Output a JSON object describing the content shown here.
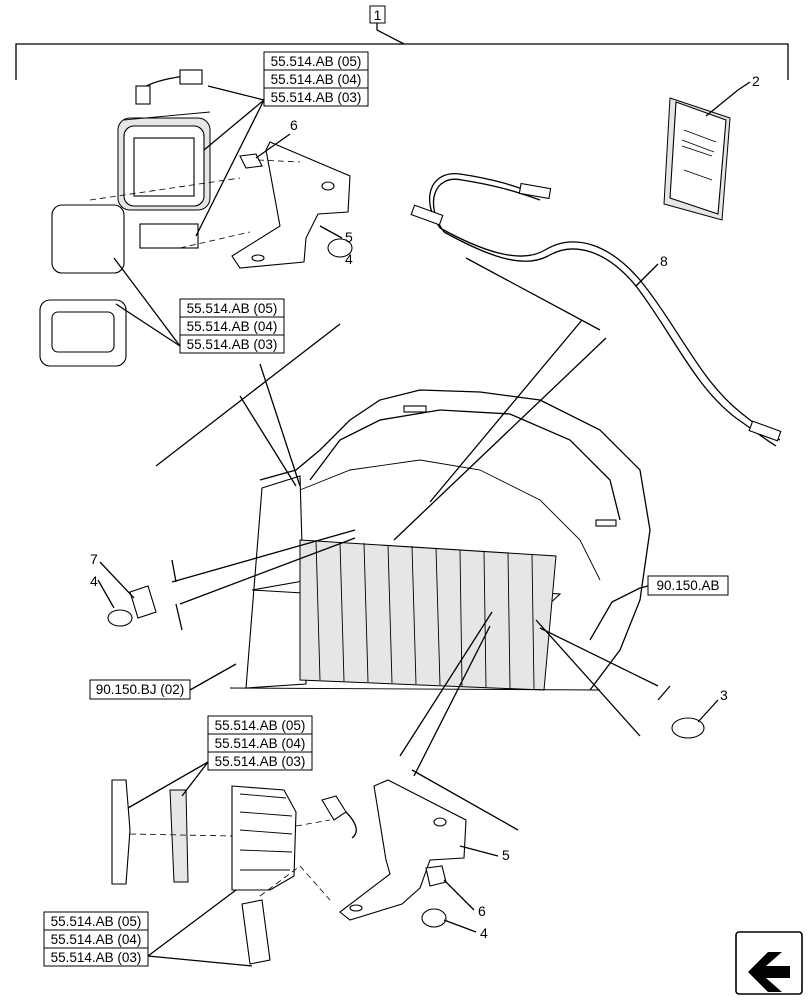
{
  "assembly_label": "1",
  "items": [
    {
      "number": "2"
    },
    {
      "number": "3"
    },
    {
      "number": "4"
    },
    {
      "number": "4"
    },
    {
      "number": "4"
    },
    {
      "number": "5"
    },
    {
      "number": "5"
    },
    {
      "number": "6"
    },
    {
      "number": "6"
    },
    {
      "number": "7"
    },
    {
      "number": "8"
    }
  ],
  "reference_groups": [
    {
      "refs": [
        "55.514.AB (05)",
        "55.514.AB (04)",
        "55.514.AB (03)"
      ]
    },
    {
      "refs": [
        "55.514.AB (05)",
        "55.514.AB (04)",
        "55.514.AB (03)"
      ]
    },
    {
      "refs": [
        "55.514.AB (05)",
        "55.514.AB (04)",
        "55.514.AB (03)"
      ]
    },
    {
      "refs": [
        "55.514.AB (05)",
        "55.514.AB (04)",
        "55.514.AB (03)"
      ]
    }
  ],
  "single_refs": {
    "cab_ref": "90.150.AB",
    "frame_ref": "90.150.BJ (02)"
  },
  "icons": {
    "navigation": "next-page-arrow-icon"
  }
}
